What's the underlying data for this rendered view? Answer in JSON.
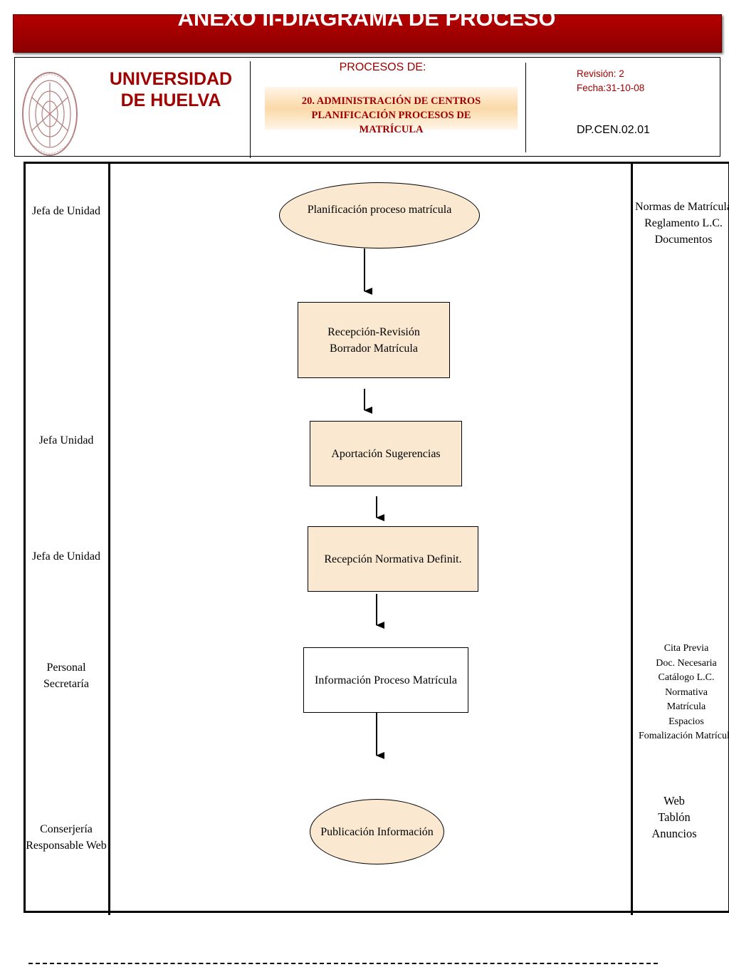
{
  "header": {
    "banner_title": "ANEXO II-DIAGRAMA DE PROCESO",
    "university": [
      "UNIVERSIDAD",
      "DE HUELVA"
    ],
    "procesos_label": "PROCESOS DE:",
    "process_title": [
      "20. ADMINISTRACIÓN DE CENTROS",
      "PLANIFICACIÓN  PROCESOS DE",
      "MATRÍCULA"
    ],
    "revision": "Revisión: 2",
    "fecha": "Fecha:31-10-08",
    "code": "DP.CEN.02.01",
    "seal_text": "UNIVERSITAS ONUBENSIS · SAPERE AUDE"
  },
  "roles": {
    "r1": "Jefa de Unidad",
    "r2": "Jefa Unidad",
    "r3": "Jefa de Unidad",
    "r4": [
      "Personal",
      "Secretaría"
    ],
    "r5": [
      "Conserjería",
      "Responsable Web"
    ]
  },
  "steps": {
    "s1": "Planificación proceso  matrícula",
    "s2": [
      "Recepción-Revisión",
      "Borrador Matrícula"
    ],
    "s3": "Aportación Sugerencias",
    "s4": "Recepción  Normativa Definit.",
    "s5": "Información Proceso Matrícula",
    "s6": "Publicación Información"
  },
  "documents": {
    "d1": [
      "Normas de Matrícula",
      "Reglamento L.C.",
      "Documentos"
    ],
    "d2": [
      "Cita Previa",
      "Doc. Necesaria",
      "Catálogo L.C.",
      "Normativa",
      "Matrícula",
      "Espacios",
      "Fomalización Matrícula"
    ],
    "d3": [
      "Web",
      "Tablón",
      "Anuncios"
    ]
  },
  "colors": {
    "banner": "#a00000",
    "accent_text": "#a00000",
    "shape_fill": "#fae9d0"
  }
}
